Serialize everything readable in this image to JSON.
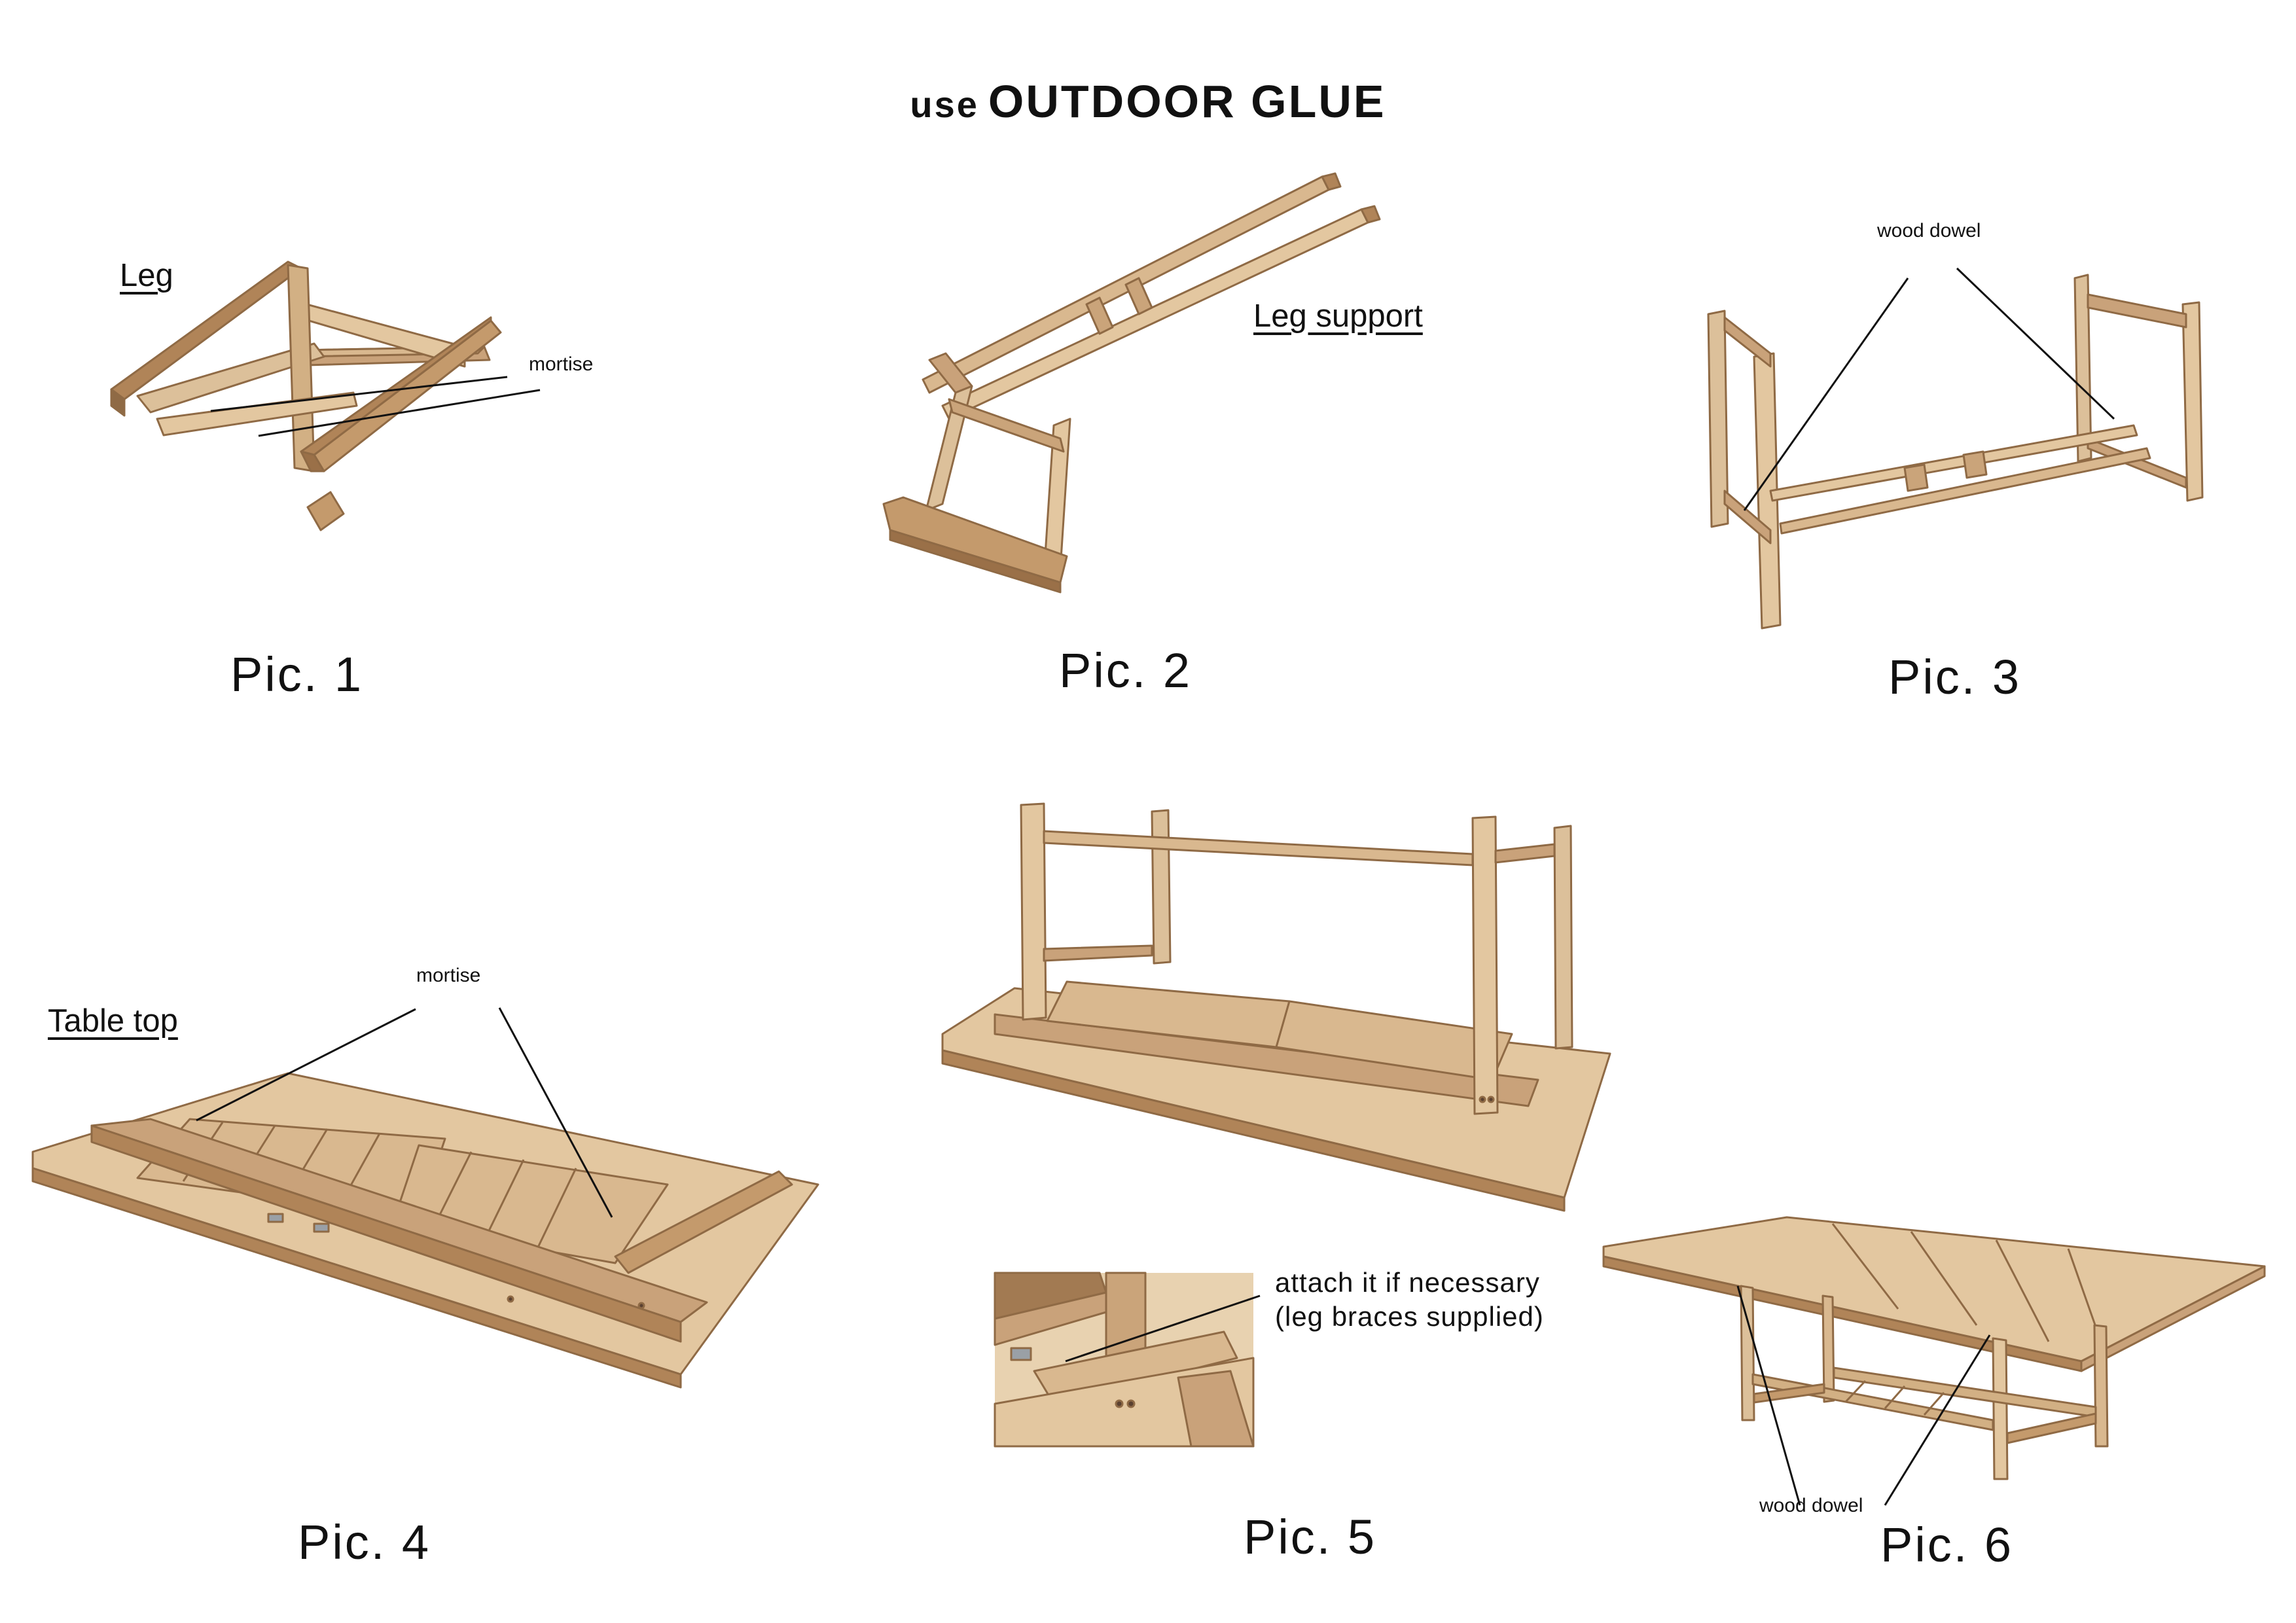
{
  "header": {
    "prefix": "use",
    "title": "OUTDOOR GLUE"
  },
  "pictures": [
    {
      "label": "Pic. 1",
      "part": "Leg",
      "note": "mortise"
    },
    {
      "label": "Pic. 2",
      "part": "Leg support"
    },
    {
      "label": "Pic. 3",
      "note": "wood dowel"
    },
    {
      "label": "Pic. 4",
      "part": "Table top",
      "note": "mortise"
    },
    {
      "label": "Pic. 5",
      "note_lines": [
        "attach it if necessary",
        "(leg braces supplied)"
      ]
    },
    {
      "label": "Pic. 6",
      "note": "wood dowel"
    }
  ],
  "colors": {
    "wood_light": "#e3c7a0",
    "wood_mid": "#c9a27a",
    "wood_dark": "#a27a52",
    "text": "#111111"
  }
}
